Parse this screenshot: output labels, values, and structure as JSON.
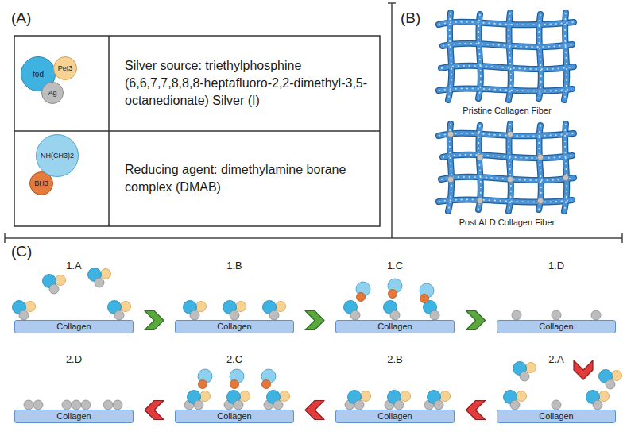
{
  "diagram": {
    "nodes": [
      {
        "text": [
          "fod"
        ]
      },
      {
        "text": [
          "Pet3"
        ]
      },
      {
        "text": [
          "Ag"
        ]
      },
      {
        "text": [
          "Silver source: triethylphosphine (6,6,7,7,8,8,8-heptafluoro-2,2-dimethyl-3,5-octanedionate) Silver (I)"
        ]
      },
      {
        "text": [
          "NH(CH3)2"
        ]
      },
      {
        "text": [
          "BH3"
        ]
      },
      {
        "text": [
          "Reducing agent: dimethylamine borane complex (DMAB)"
        ]
      },
      {
        "text": [
          "Collagen"
        ]
      },
      {
        "text": [
          "Collagen"
        ]
      },
      {
        "text": [
          "Collagen"
        ]
      },
      {
        "text": [
          "Collagen"
        ]
      },
      {
        "text": [
          "Collagen"
        ]
      },
      {
        "text": [
          "Collagen"
        ]
      },
      {
        "text": [
          "Collagen"
        ]
      },
      {
        "text": [
          "Collagen"
        ]
      }
    ],
    "edges": [
      {
        "from": 7,
        "to": 8,
        "arrow": "to"
      },
      {
        "from": 8,
        "to": 9,
        "arrow": "to"
      },
      {
        "from": 9,
        "to": 10,
        "arrow": "to"
      },
      {
        "from": 10,
        "to": 14,
        "arrow": "to"
      },
      {
        "from": 14,
        "to": 13,
        "arrow": "to"
      },
      {
        "from": 13,
        "to": 12,
        "arrow": "to"
      },
      {
        "from": 12,
        "to": 11,
        "arrow": "to"
      }
    ],
    "labels": [
      "(A)",
      "(B)",
      "Pristine Collagen Fiber",
      "Post ALD Collagen Fiber",
      "(C)",
      "1.A",
      "1.B",
      "1.C",
      "1.D",
      "2.D",
      "2.C",
      "2.B",
      "2.A"
    ]
  }
}
